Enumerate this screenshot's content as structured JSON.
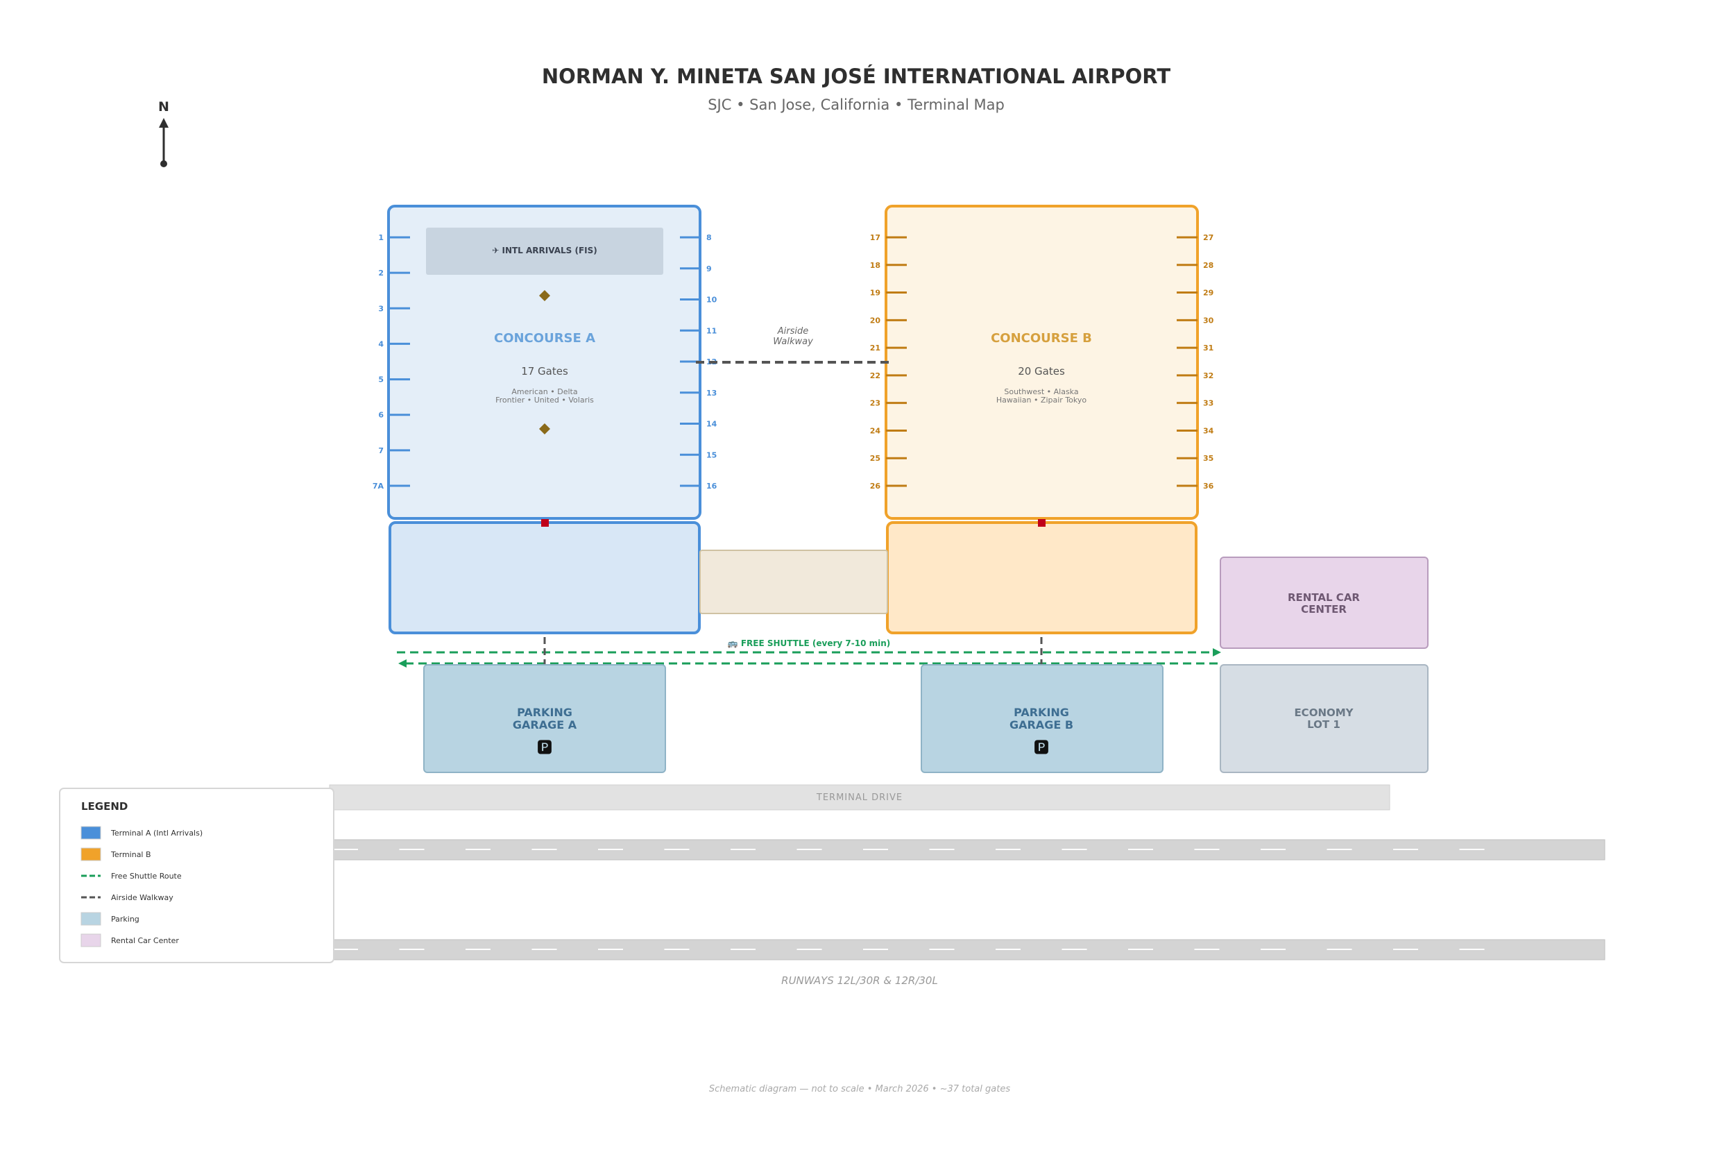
{
  "header": {
    "title": "NORMAN Y. MINETA SAN JOSÉ INTERNATIONAL AIRPORT",
    "subtitle": "SJC  •  San Jose, California  •  Terminal Map"
  },
  "compass": {
    "label": "N"
  },
  "concourse_a": {
    "name": "CONCOURSE A",
    "gate_count": "17 Gates",
    "airlines_line1": "American • Delta",
    "airlines_line2": "Frontier • United • Volaris",
    "fis_label": "✈ INTL ARRIVALS (FIS)",
    "left_gates": [
      "1",
      "2",
      "3",
      "4",
      "5",
      "6",
      "7",
      "7A"
    ],
    "right_gates": [
      "8",
      "9",
      "10",
      "11",
      "12",
      "13",
      "14",
      "15",
      "16"
    ]
  },
  "concourse_b": {
    "name": "CONCOURSE B",
    "gate_count": "20 Gates",
    "airlines_line1": "Southwest • Alaska",
    "airlines_line2": "Hawaiian • Zipair Tokyo",
    "left_gates": [
      "17",
      "18",
      "19",
      "20",
      "21",
      "22",
      "23",
      "24",
      "25",
      "26"
    ],
    "right_gates": [
      "27",
      "28",
      "29",
      "30",
      "31",
      "32",
      "33",
      "34",
      "35",
      "36"
    ]
  },
  "walkway": {
    "label_line1": "Airside",
    "label_line2": "Walkway"
  },
  "shuttle": {
    "label": "🚌 FREE SHUTTLE (every 7-10 min)"
  },
  "parking_a": {
    "line1": "PARKING",
    "line2": "GARAGE A",
    "icon": "🅿"
  },
  "parking_b": {
    "line1": "PARKING",
    "line2": "GARAGE B",
    "icon": "🅿"
  },
  "rental": {
    "line1": "RENTAL CAR",
    "line2": "CENTER"
  },
  "economy": {
    "line1": "ECONOMY",
    "line2": "LOT 1"
  },
  "terminal_drive": {
    "label": "TERMINAL  DRIVE"
  },
  "runways": {
    "label": "RUNWAYS  12L/30R  &  12R/30L"
  },
  "legend": {
    "title": "LEGEND",
    "items": [
      {
        "label": "Terminal A (Intl Arrivals)",
        "type": "swatch",
        "color": "#4a8fd9"
      },
      {
        "label": "Terminal B",
        "type": "swatch",
        "color": "#f0a22a"
      },
      {
        "label": "Free Shuttle Route",
        "type": "dash",
        "color": "#1a9e5a"
      },
      {
        "label": "Airside Walkway",
        "type": "dash",
        "color": "#555555"
      },
      {
        "label": "Parking",
        "type": "swatch",
        "color": "#b8d4e2"
      },
      {
        "label": "Rental Car Center",
        "type": "swatch",
        "color": "#e8d5ea"
      }
    ]
  },
  "footer": {
    "note": "Schematic diagram — not to scale  •  March 2026  •  ~37 total gates"
  },
  "colors": {
    "terminal_a": "#4a8fd9",
    "terminal_b": "#f0a22a",
    "shuttle": "#1a9e5a",
    "walkway": "#555555",
    "gate_b_text": "#c07c14"
  }
}
